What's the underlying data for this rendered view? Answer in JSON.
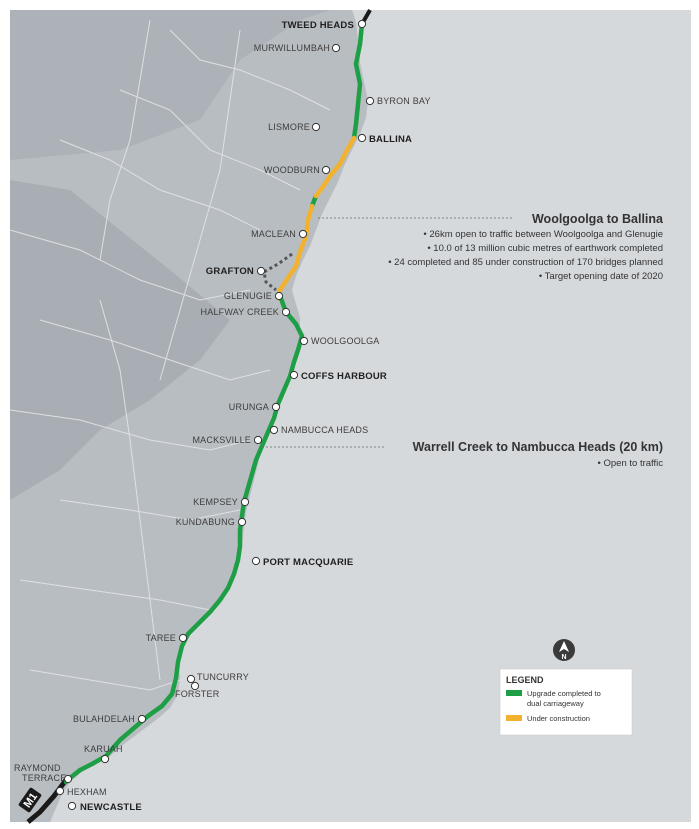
{
  "colors": {
    "sea": "#d6d9dc",
    "land": "#b8bdc2",
    "land_inner": "#adb2b8",
    "boundary": "#e3e5e7",
    "completed": "#1e9e45",
    "construction": "#f2b22e",
    "existing": "#1a1a1a",
    "gap": "#555555"
  },
  "towns": [
    {
      "id": "tweed-heads",
      "label": "TWEED HEADS",
      "major": true
    },
    {
      "id": "murwillumbah",
      "label": "MURWILLUMBAH",
      "major": false
    },
    {
      "id": "byron-bay",
      "label": "BYRON BAY",
      "major": false
    },
    {
      "id": "lismore",
      "label": "LISMORE",
      "major": false
    },
    {
      "id": "ballina",
      "label": "BALLINA",
      "major": true
    },
    {
      "id": "woodburn",
      "label": "WOODBURN",
      "major": false
    },
    {
      "id": "maclean",
      "label": "MACLEAN",
      "major": false
    },
    {
      "id": "grafton",
      "label": "GRAFTON",
      "major": true
    },
    {
      "id": "glenugie",
      "label": "GLENUGIE",
      "major": false
    },
    {
      "id": "halfway-creek",
      "label": "HALFWAY CREEK",
      "major": false
    },
    {
      "id": "woolgoolga",
      "label": "WOOLGOOLGA",
      "major": false
    },
    {
      "id": "coffs-harbour",
      "label": "COFFS HARBOUR",
      "major": true
    },
    {
      "id": "urunga",
      "label": "URUNGA",
      "major": false
    },
    {
      "id": "nambucca-heads",
      "label": "NAMBUCCA HEADS",
      "major": false
    },
    {
      "id": "macksville",
      "label": "MACKSVILLE",
      "major": false
    },
    {
      "id": "kempsey",
      "label": "KEMPSEY",
      "major": false
    },
    {
      "id": "kundabung",
      "label": "KUNDABUNG",
      "major": false
    },
    {
      "id": "port-macquarie",
      "label": "PORT MACQUARIE",
      "major": true
    },
    {
      "id": "taree",
      "label": "TAREE",
      "major": false
    },
    {
      "id": "tuncurry",
      "label": "TUNCURRY",
      "major": false
    },
    {
      "id": "forster",
      "label": "FORSTER",
      "major": false
    },
    {
      "id": "bulahdelah",
      "label": "BULAHDELAH",
      "major": false
    },
    {
      "id": "karuah",
      "label": "KARUAH",
      "major": false
    },
    {
      "id": "raymond-terrace-1",
      "label": "RAYMOND",
      "major": false
    },
    {
      "id": "raymond-terrace-2",
      "label": "TERRACE",
      "major": false
    },
    {
      "id": "hexham",
      "label": "HEXHAM",
      "major": false
    },
    {
      "id": "newcastle",
      "label": "NEWCASTLE",
      "major": true
    }
  ],
  "annotations": {
    "w2b": {
      "title": "Woolgoolga to Ballina",
      "lines": [
        "• 26km open to traffic between Woolgoolga and Glenugie",
        "• 10.0 of 13 million cubic metres of earthwork completed",
        "• 24 completed and 85 under construction of 170 bridges planned",
        "• Target opening date of 2020"
      ]
    },
    "warrell": {
      "title": "Warrell Creek to Nambucca Heads (20 km)",
      "lines": [
        "• Open to traffic"
      ]
    }
  },
  "legend": {
    "title": "LEGEND",
    "items": [
      {
        "label_1": "Upgrade completed to",
        "label_2": "dual carriageway",
        "status": "completed"
      },
      {
        "label_1": "Under construction",
        "label_2": "",
        "status": "construction"
      }
    ]
  },
  "north_arrow": {
    "label": "N"
  },
  "highway_shield": {
    "label": "M1"
  }
}
